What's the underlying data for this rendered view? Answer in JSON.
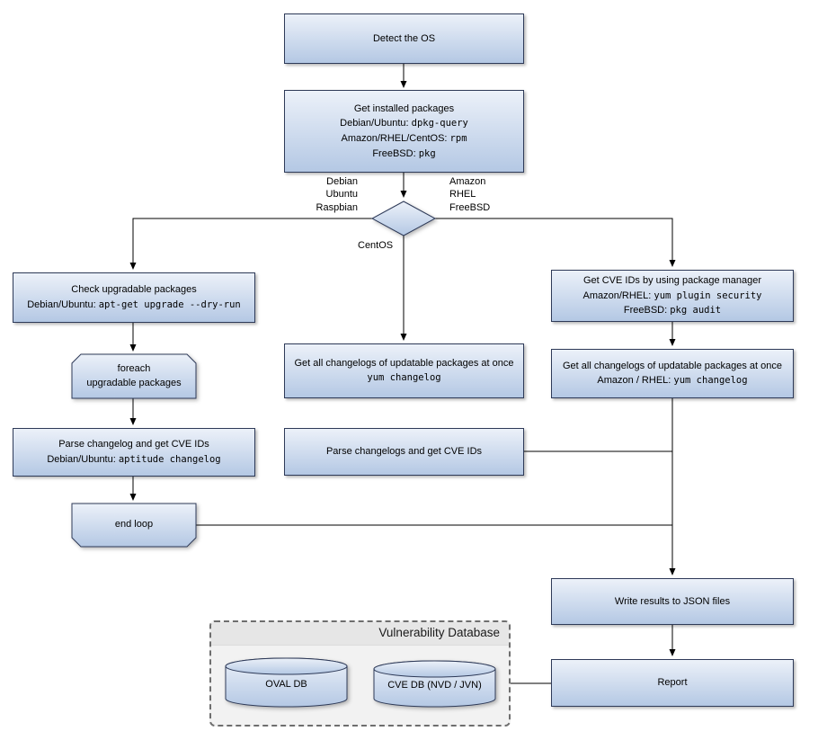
{
  "diagram": {
    "vuln_db_title": "Vulnerability Database",
    "nodes": {
      "detect_os": {
        "lines": [
          "Detect the OS"
        ]
      },
      "get_installed": {
        "lines": [
          "Get installed packages",
          "Debian/Ubuntu: `dpkg-query`",
          "Amazon/RHEL/CentOS: `rpm`",
          "FreeBSD: `pkg`"
        ]
      },
      "branch_debian": {
        "lines": [
          "Debian",
          "Ubuntu",
          "Raspbian"
        ]
      },
      "branch_amazon": {
        "lines": [
          "Amazon",
          "RHEL",
          "FreeBSD"
        ]
      },
      "branch_centos": {
        "lines": [
          "CentOS"
        ]
      },
      "check_upgradable": {
        "lines": [
          "Check upgradable packages",
          "Debian/Ubuntu: `apt-get upgrade --dry-run`"
        ]
      },
      "foreach_loop": {
        "lines": [
          "foreach",
          "upgradable  packages"
        ]
      },
      "parse_changelog_deb": {
        "lines": [
          "Parse changelog and get  CVE IDs",
          "Debian/Ubuntu: `aptitude changelog`"
        ]
      },
      "end_loop": {
        "lines": [
          "end loop"
        ]
      },
      "changelogs_centos": {
        "lines": [
          "Get all changelogs of updatable packages at once",
          "`yum changelog`"
        ]
      },
      "parse_changelogs_centos": {
        "lines": [
          "Parse changelogs and get CVE IDs"
        ]
      },
      "cve_ids_pkg_mgr": {
        "lines": [
          "Get CVE IDs by using package manager",
          "Amazon/RHEL: `yum plugin security`",
          "FreeBSD: `pkg audit`"
        ]
      },
      "changelogs_amazon": {
        "lines": [
          "Get all changelogs of updatable packages at once",
          "Amazon / RHEL: `yum changelog`"
        ]
      },
      "write_json": {
        "lines": [
          "Write results to JSON files"
        ]
      },
      "report": {
        "lines": [
          "Report"
        ]
      },
      "oval_db": {
        "lines": [
          "OVAL DB"
        ]
      },
      "cve_db": {
        "lines": [
          "CVE DB (NVD / JVN)"
        ]
      }
    },
    "colors": {
      "node_fill_top": "#ecf1f9",
      "node_fill_bottom": "#b4c8e4",
      "node_border": "#2e3a58",
      "connector": "#000000",
      "container_bg": "#f2f2f2",
      "container_header": "#e6e6e6"
    }
  }
}
